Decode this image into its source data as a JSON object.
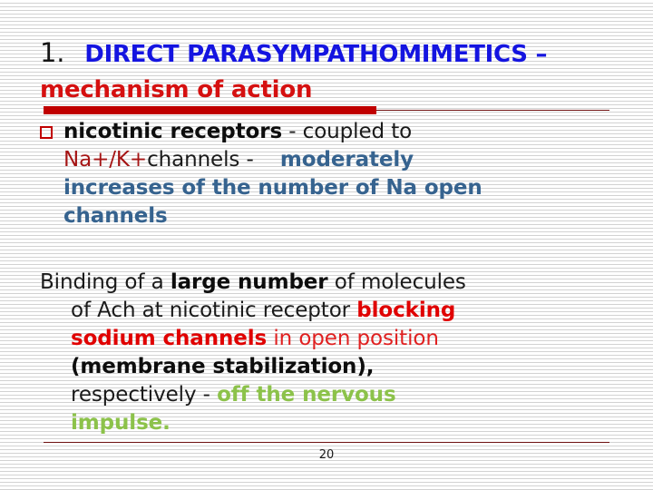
{
  "slide": {
    "background_color": "#ffffff",
    "stripe_color": "#d2d2d2",
    "page_number": "20"
  },
  "title": {
    "number": "1.",
    "number_color": "#151515",
    "main": "DIRECT PARASYMPATHOMIMETICS –",
    "main_color": "#1414e0",
    "subtitle": "mechanism of action",
    "subtitle_color": "#d51010"
  },
  "divider": {
    "thick_color": "#c00000",
    "thin_color": "#6e1010"
  },
  "bullet": {
    "marker": "□",
    "marker_color": "#c00000",
    "seg_bold": "nicotinic receptors",
    "seg_plain": " - coupled to",
    "line2_darkred": "Na+/K+",
    "line2_black": "channels - ",
    "line2_steel": "moderately",
    "line3_steel": "increases of the number of Na open",
    "line4_steel": "channels"
  },
  "paragraph": {
    "line1_a": "Binding of a ",
    "line1_bold": "large number",
    "line1_b": " of molecules",
    "line2_a": "of Ach at nicotinic receptor ",
    "line2_red_bold": "blocking",
    "line3_red_bold": "sodium channels",
    "line3_red": " in open position",
    "line4_bold": "(membrane stabilization),",
    "line5_a": "respectively - ",
    "line5_green": "off the nervous",
    "line6_green": "impulse."
  },
  "colors": {
    "blue": "#1414e0",
    "red": "#d51010",
    "bar_red": "#c00000",
    "dark_red": "#a51414",
    "steel_blue": "#36638f",
    "bright_red": "#e00000",
    "green": "#8cc24a",
    "black": "#1a1a1a"
  }
}
